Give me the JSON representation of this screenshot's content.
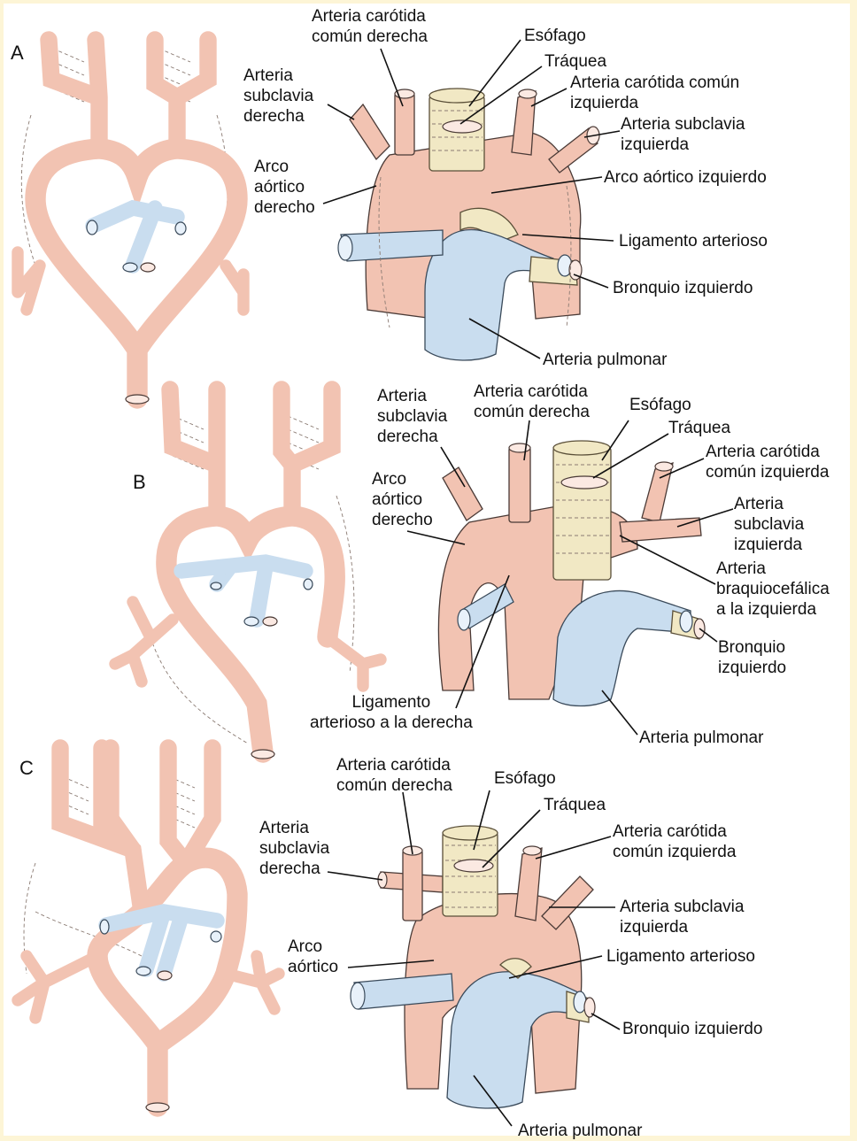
{
  "panels": {
    "a": {
      "letter": "A",
      "labels": {
        "rcc": "Arteria carótida\ncomún derecha",
        "esofago": "Esófago",
        "traquea": "Tráquea",
        "lcc": "Arteria carótida común\nizquierda",
        "rsub": "Arteria\nsubclavia\nderecha",
        "lsub": "Arteria subclavia\nizquierda",
        "rarch": "Arco\naórtico\nderecho",
        "larch": "Arco aórtico izquierdo",
        "lig": "Ligamento arterioso",
        "bronq": "Bronquio izquierdo",
        "pulm": "Arteria pulmonar"
      }
    },
    "b": {
      "letter": "B",
      "labels": {
        "rsub": "Arteria\nsubclavia\nderecha",
        "rcc": "Arteria carótida\ncomún derecha",
        "esofago": "Esófago",
        "traquea": "Tráquea",
        "lcc": "Arteria carótida\ncomún izquierda",
        "rarch": "Arco\naórtico\nderecho",
        "lsub": "Arteria\nsubclavia\nizquierda",
        "braq": "Arteria\nbraquiocefálica\na la izquierda",
        "bronq": "Bronquio\nizquierdo",
        "lig": "Ligamento\narterioso a la derecha",
        "pulm": "Arteria pulmonar"
      }
    },
    "c": {
      "letter": "C",
      "labels": {
        "rcc": "Arteria carótida\ncomún derecha",
        "esofago": "Esófago",
        "traquea": "Tráquea",
        "rsub": "Arteria\nsubclavia\nderecha",
        "lcc": "Arteria carótida\ncomún izquierda",
        "lsub": "Arteria subclavia\nizquierda",
        "arch": "Arco\naórtico",
        "lig": "Ligamento arterioso",
        "bronq": "Bronquio izquierdo",
        "pulm": "Arteria pulmonar"
      }
    }
  },
  "colors": {
    "artery": "#f2c3b2",
    "pulmonary": "#c9ddef",
    "trachea": "#f1e8c4",
    "border": "#fdf5d6"
  }
}
